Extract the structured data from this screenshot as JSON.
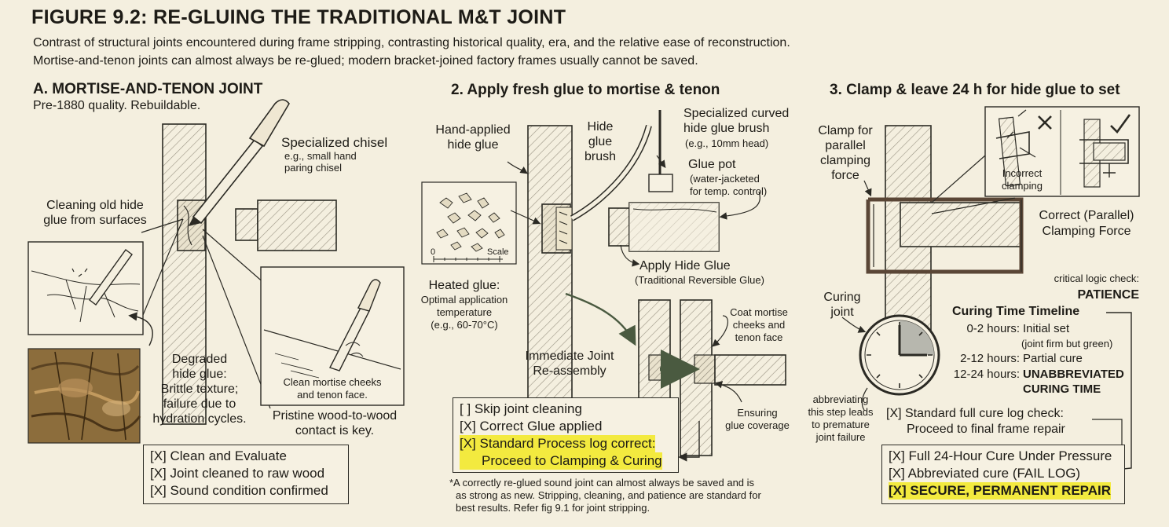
{
  "figure": {
    "title": "FIGURE 9.2: RE-GLUING THE TRADITIONAL M&T JOINT",
    "subtitle_1": "Contrast of structural joints encountered during frame stripping, contrasting historical quality, era, and the relative ease of reconstruction.",
    "subtitle_2": "Mortise-and-tenon joints can almost always be re-glued; modern bracket-joined factory frames usually cannot be saved."
  },
  "panel_a": {
    "heading": "A. MORTISE-AND-TENON JOINT",
    "subheading": "Pre-1880 quality. Rebuildable.",
    "chisel_title": "Specialized chisel",
    "chisel_note_1": "e.g., small hand",
    "chisel_note_2": "paring chisel",
    "cleaning_1": "Cleaning old hide",
    "cleaning_2": "glue from surfaces",
    "degraded_1": "Degraded",
    "degraded_2": "hide glue:",
    "degraded_3": "Brittle texture;",
    "degraded_4": "failure due to",
    "degraded_5": "hydration cycles.",
    "inset_1": "Clean mortise cheeks",
    "inset_2": "and tenon face.",
    "pristine_1": "Pristine wood-to-wood",
    "pristine_2": "contact is key.",
    "checklist": [
      "[X] Clean and Evaluate",
      "[X] Joint cleaned to raw wood",
      "[X] Sound condition confirmed"
    ]
  },
  "panel_2": {
    "heading": "2. Apply fresh glue to mortise & tenon",
    "hand_1": "Hand-applied",
    "hand_2": "hide glue",
    "brush_1": "Hide",
    "brush_2": "glue",
    "brush_3": "brush",
    "curved_1": "Specialized curved",
    "curved_2": "hide glue brush",
    "curved_3": "(e.g., 10mm head)",
    "pot_1": "Glue pot",
    "pot_2": "(water-jacketed",
    "pot_3": "for temp. control)",
    "scale_zero": "0",
    "scale_label": "Scale",
    "apply_1": "Apply Hide Glue",
    "apply_2": "(Traditional Reversible Glue)",
    "heated_1": "Heated glue:",
    "heated_2": "Optimal application",
    "heated_3": "temperature",
    "heated_4": "(e.g., 60-70°C)",
    "immediate_1": "Immediate Joint",
    "immediate_2": "Re-assembly",
    "coat_1": "Coat mortise",
    "coat_2": "cheeks and",
    "coat_3": "tenon face",
    "ensure_1": "Ensuring",
    "ensure_2": "glue coverage",
    "checklist": [
      "[ ]  Skip joint cleaning",
      "[X] Correct Glue applied"
    ],
    "check_hl_1": "[X] Standard Process log correct:",
    "check_hl_2": "Proceed to Clamping & Curing",
    "footnote_1": "*A correctly re-glued sound joint can almost always be saved and is",
    "footnote_2": "as strong as new. Stripping, cleaning, and patience are standard for",
    "footnote_3": "best results. Refer fig 9.1 for joint stripping."
  },
  "panel_3": {
    "heading": "3. Clamp & leave 24 h for hide glue to set",
    "clamp_1": "Clamp for",
    "clamp_2": "parallel",
    "clamp_3": "clamping",
    "clamp_4": "force",
    "incorrect_1": "Incorrect",
    "incorrect_2": "clamping",
    "correct_1": "Correct (Parallel)",
    "correct_2": "Clamping Force",
    "logic_1": "critical logic check:",
    "logic_2": "PATIENCE",
    "curing_1": "Curing",
    "curing_2": "joint",
    "timeline_title": "Curing Time Timeline",
    "t1_time": "0-2 hours:",
    "t1_text": "Initial set",
    "t1_note": "(joint firm but green)",
    "t2_time": "2-12 hours:",
    "t2_text": "Partial cure",
    "t3_time": "12-24 hours:",
    "t3_text_1": "UNABBREVIATED",
    "t3_text_2": "CURING TIME",
    "abbrev_1": "abbreviating",
    "abbrev_2": "this step leads",
    "abbrev_3": "to premature",
    "abbrev_4": "joint failure",
    "std_1": "[X] Standard full cure log check:",
    "std_2": "Proceed to final frame repair",
    "checklist": [
      "[X] Full 24-Hour Cure Under Pressure",
      "[X] Abbreviated cure (FAIL LOG)"
    ],
    "check_hl": "[X] SECURE, PERMANENT REPAIR"
  },
  "colors": {
    "background": "#f4efdf",
    "ink": "#2b2a24",
    "highlight": "#f3ea3f",
    "clamp": "#5a4636",
    "hatch": "#9a9484"
  }
}
